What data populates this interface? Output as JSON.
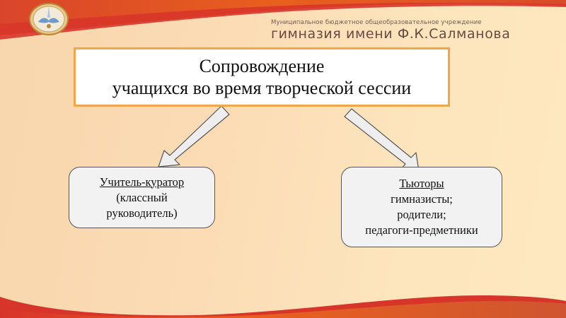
{
  "header": {
    "org_line1": "Муниципальное бюджетное общеобразовательное учреждение",
    "org_line2": "гимназия имени Ф.К.Салманова",
    "logo_icon": "school-emblem-icon"
  },
  "diagram": {
    "title_line1": "Сопровождение",
    "title_line2": "учащихся во время творческой сессии",
    "nodes": [
      {
        "heading": "Учитель-куратор",
        "lines": [
          "(классный",
          "руководитель)"
        ]
      },
      {
        "heading": "Тьюторы",
        "lines": [
          "гимназисты;",
          "родители;",
          "педагоги-предметники"
        ]
      }
    ],
    "edges": [
      {
        "from": "title",
        "to": "node-0"
      },
      {
        "from": "title",
        "to": "node-1"
      }
    ]
  },
  "colors": {
    "background": "#fbdcb5",
    "banner_red": "#d8352a",
    "banner_orange": "#e8601e",
    "title_border": "#f1a64e",
    "node_fill": "#f2f2f2",
    "arrow_fill": "#eeeeee"
  }
}
